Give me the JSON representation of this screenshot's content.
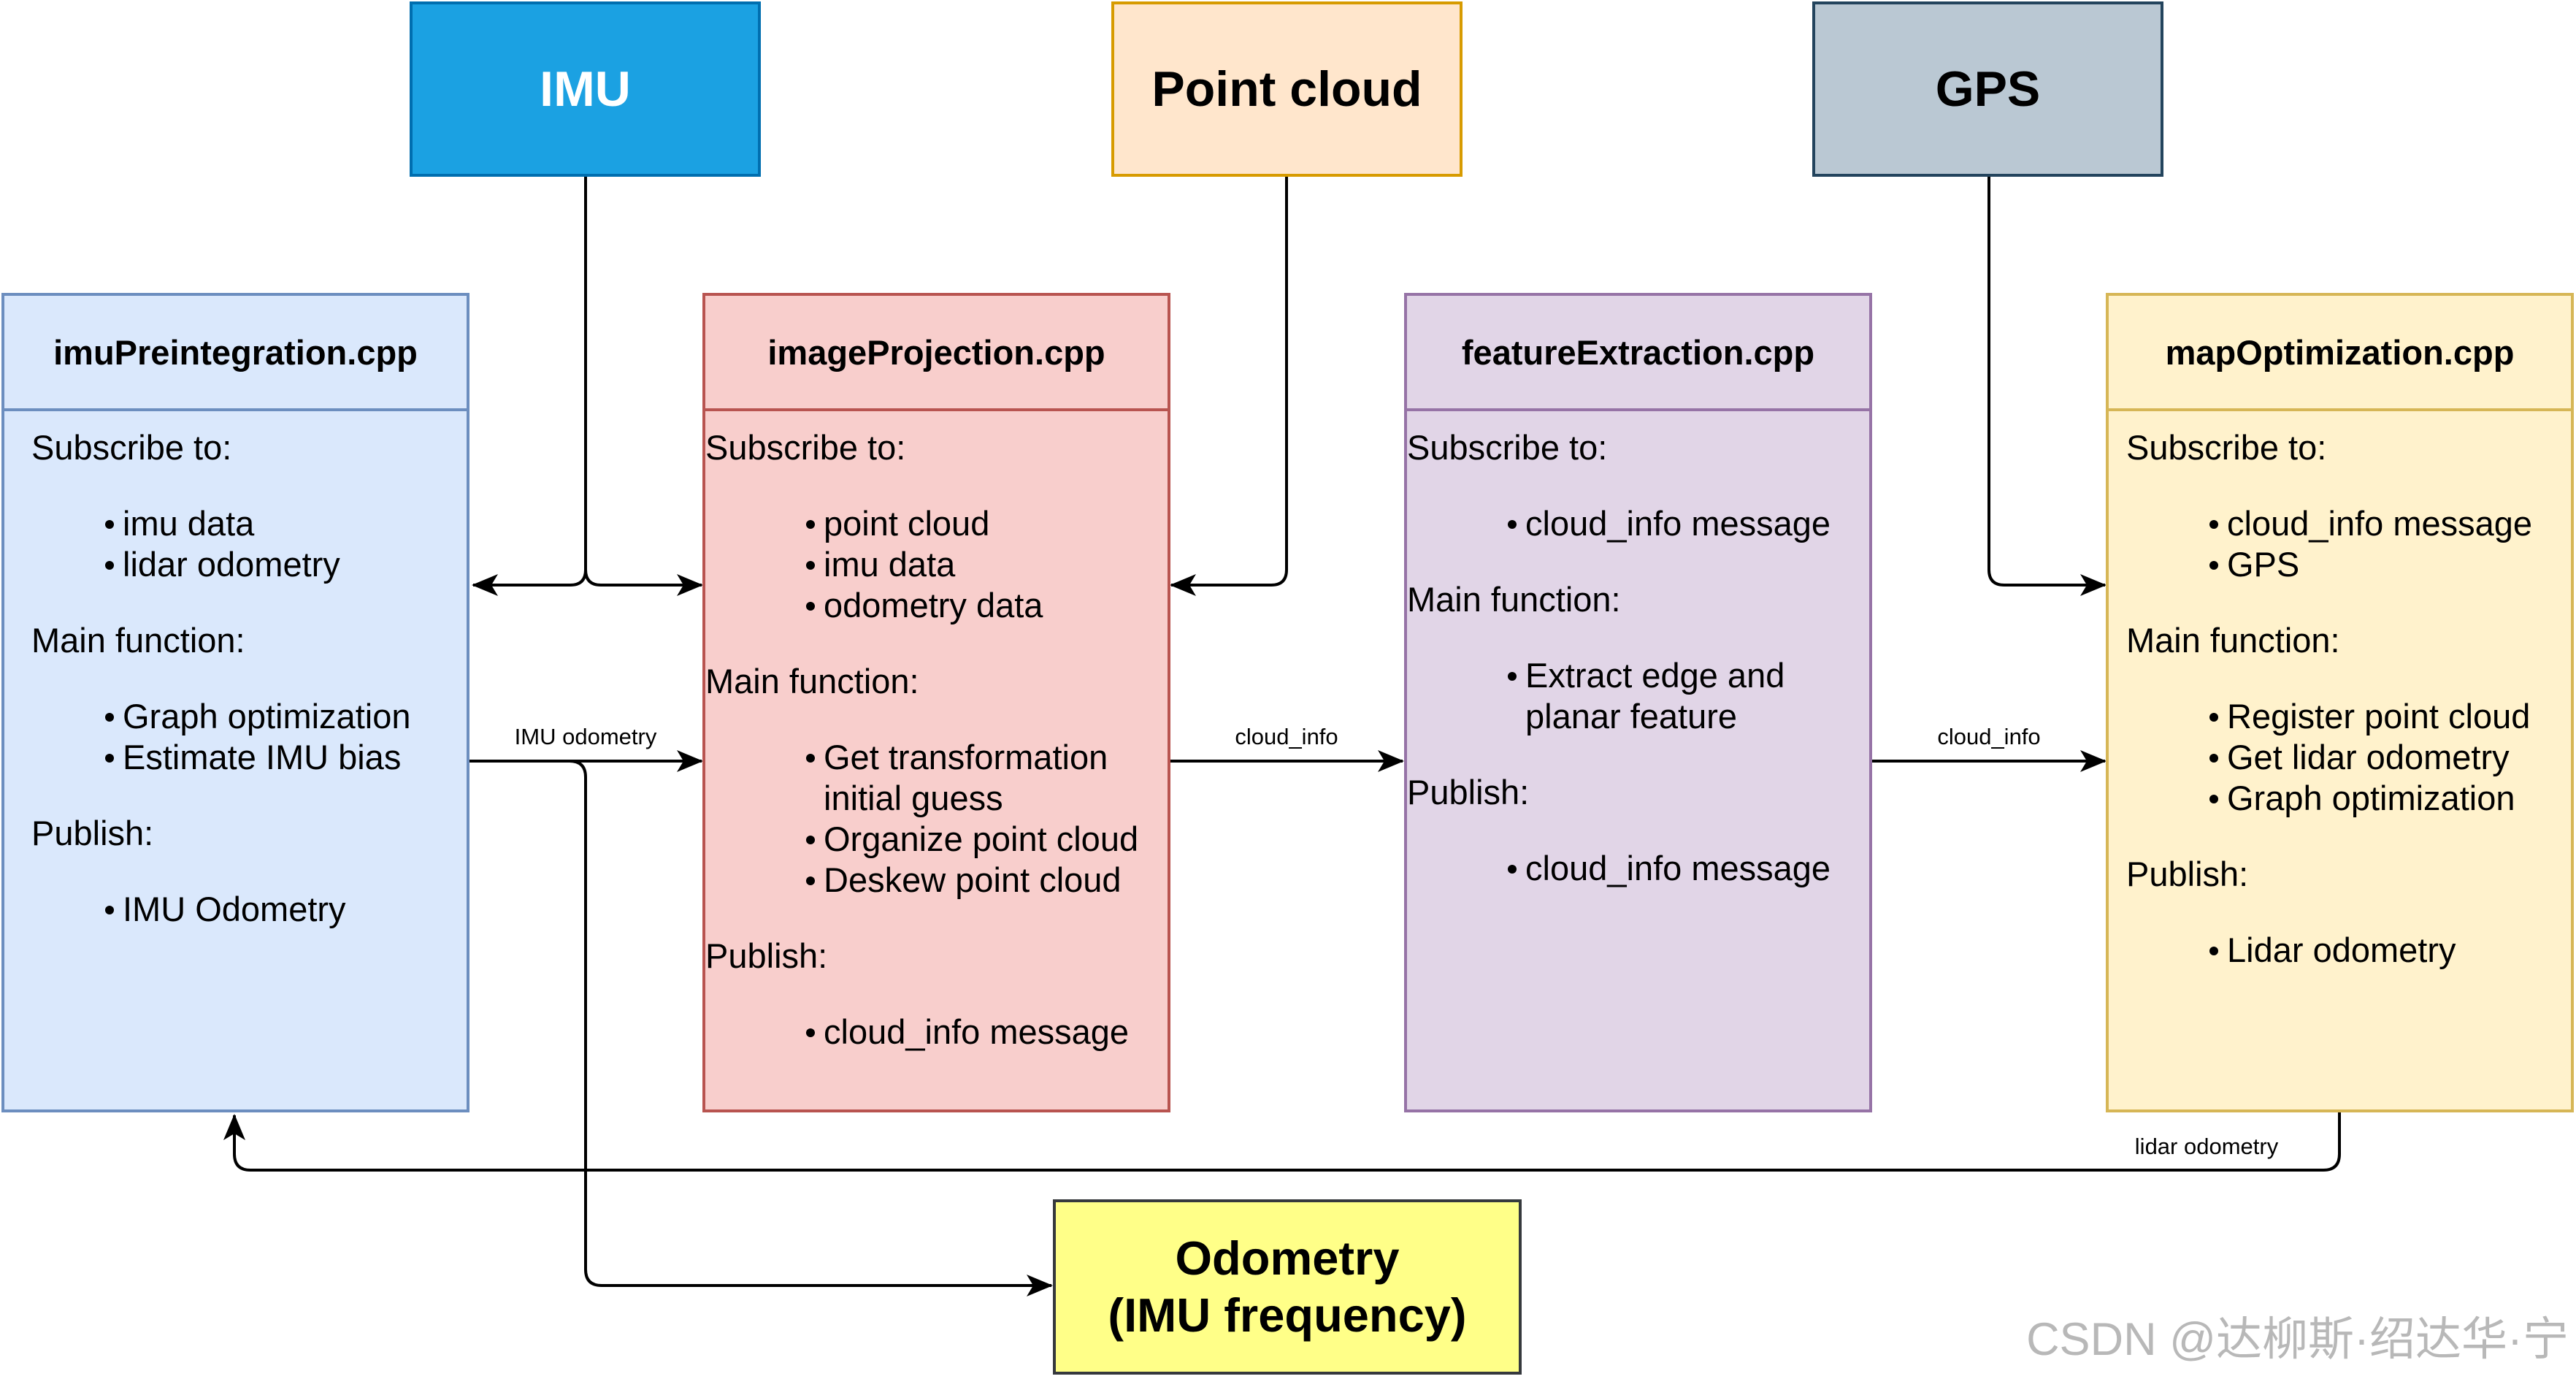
{
  "sources": {
    "imu": {
      "label": "IMU",
      "fill": "#1ba1e2",
      "stroke": "#006eaf",
      "text_color": "#ffffff"
    },
    "pointcloud": {
      "label": "Point cloud",
      "fill": "#ffe6cc",
      "stroke": "#d79b00",
      "text_color": "#000000"
    },
    "gps": {
      "label": "GPS",
      "fill": "#bac8d3",
      "stroke": "#23445d",
      "text_color": "#000000"
    }
  },
  "modules": [
    {
      "id": "imu-preintegration",
      "title": "imuPreintegration.cpp",
      "fill": "#dae8fc",
      "stroke": "#6c8ebf",
      "sections": [
        {
          "label": "Subscribe to:",
          "items": [
            "imu data",
            "lidar odometry"
          ]
        },
        {
          "label": "Main function:",
          "items": [
            "Graph optimization",
            "Estimate IMU bias"
          ]
        },
        {
          "label": "Publish:",
          "items": [
            "IMU Odometry"
          ]
        }
      ]
    },
    {
      "id": "image-projection",
      "title": "imageProjection.cpp",
      "fill": "#f8cecc",
      "stroke": "#b85450",
      "sections": [
        {
          "label": "Subscribe to:",
          "items": [
            "point cloud",
            "imu data",
            "odometry data"
          ]
        },
        {
          "label": "Main function:",
          "items": [
            "Get transformation initial guess",
            "Organize point cloud",
            "Deskew point cloud"
          ]
        },
        {
          "label": "Publish:",
          "items": [
            "cloud_info message"
          ]
        }
      ]
    },
    {
      "id": "feature-extraction",
      "title": "featureExtraction.cpp",
      "fill": "#e1d5e7",
      "stroke": "#9673a6",
      "sections": [
        {
          "label": "Subscribe to:",
          "items": [
            "cloud_info message"
          ]
        },
        {
          "label": "Main function:",
          "items": [
            "Extract edge and planar feature"
          ]
        },
        {
          "label": "Publish:",
          "items": [
            "cloud_info message"
          ]
        }
      ]
    },
    {
      "id": "map-optimization",
      "title": "mapOptimization.cpp",
      "fill": "#fff2cc",
      "stroke": "#d6b656",
      "sections": [
        {
          "label": "Subscribe to:",
          "items": [
            "cloud_info message",
            "GPS"
          ]
        },
        {
          "label": "Main function:",
          "items": [
            "Register point cloud",
            "Get lidar odometry",
            "Graph optimization"
          ]
        },
        {
          "label": "Publish:",
          "items": [
            "Lidar odometry"
          ]
        }
      ]
    }
  ],
  "edge_labels": {
    "imu_odometry": "IMU odometry",
    "cloud_info_1": "cloud_info",
    "cloud_info_2": "cloud_info",
    "lidar_odometry": "lidar odometry"
  },
  "output": {
    "line1": "Odometry",
    "line2": "(IMU frequency)",
    "fill": "#ffff88",
    "stroke": "#36393d"
  },
  "watermark": "CSDN @达柳斯·绍达华·宁"
}
